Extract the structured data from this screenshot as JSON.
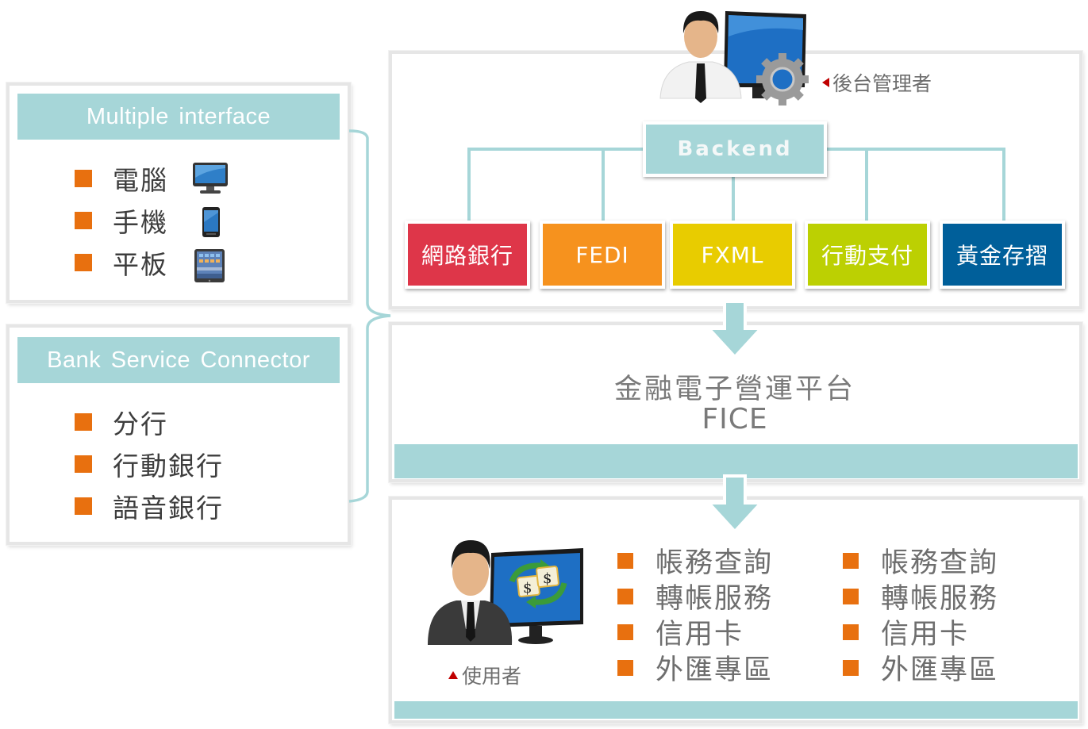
{
  "left_panels": {
    "multiple_interface": {
      "title": "Multiple interface",
      "items": [
        {
          "label": "電腦",
          "icon": "desktop-monitor-icon"
        },
        {
          "label": "手機",
          "icon": "smartphone-icon"
        },
        {
          "label": "平板",
          "icon": "tablet-icon"
        }
      ]
    },
    "bank_service_connector": {
      "title": "Bank Service Connector",
      "items": [
        {
          "label": "分行"
        },
        {
          "label": "行動銀行"
        },
        {
          "label": "語音銀行"
        }
      ]
    }
  },
  "backend_section": {
    "admin_label": "後台管理者",
    "backend_label": "Backend",
    "services": [
      {
        "label": "網路銀行",
        "color": "#de3649"
      },
      {
        "label": "FEDI",
        "color": "#f6921e"
      },
      {
        "label": "FXML",
        "color": "#e8cc00"
      },
      {
        "label": "行動支付",
        "color": "#bcd002"
      },
      {
        "label": "黃金存摺",
        "color": "#005f9a"
      }
    ]
  },
  "platform": {
    "title": "金融電子營運平台",
    "subtitle": "FICE"
  },
  "user_section": {
    "user_label": "使用者",
    "columns": [
      [
        "帳務查詢",
        "轉帳服務",
        "信用卡",
        "外匯專區"
      ],
      [
        "帳務查詢",
        "轉帳服務",
        "信用卡",
        "外匯專區"
      ]
    ]
  },
  "colors": {
    "teal": "#a6d6d8",
    "bullet_orange": "#e8700f",
    "label_marker_red": "#c00000"
  }
}
